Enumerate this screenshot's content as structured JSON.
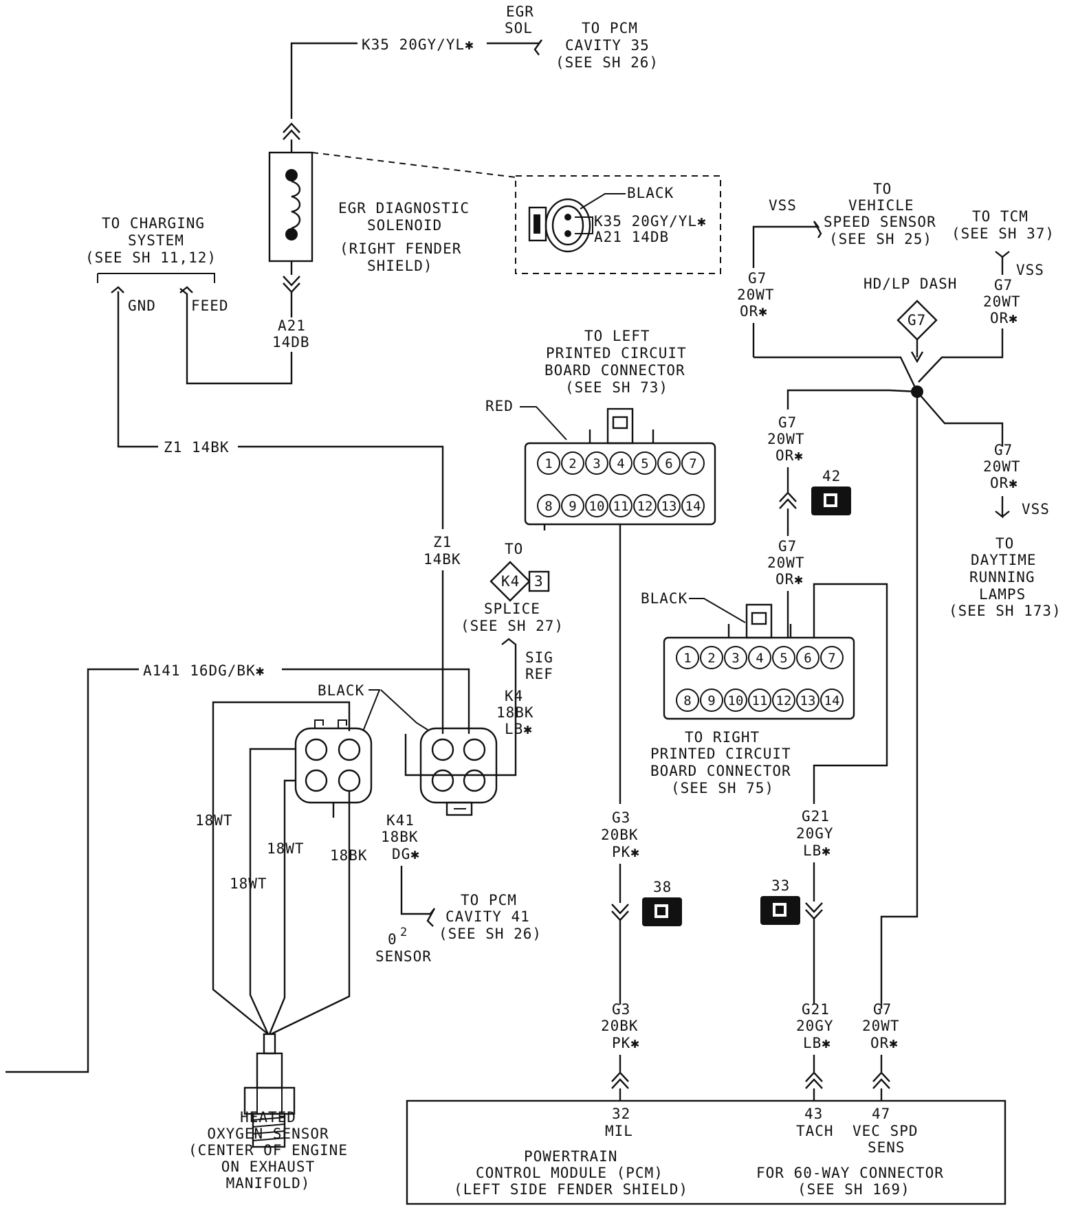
{
  "egr": {
    "wire_top": "K35 20GY/YL✱",
    "sol_line1": "EGR",
    "sol_line2": "SOL",
    "pcm35_line1": "TO PCM",
    "pcm35_line2": "CAVITY 35",
    "pcm35_line3": "(SEE SH 26)",
    "name_line1": "EGR DIAGNOSTIC",
    "name_line2": "SOLENOID",
    "name_line3": "(RIGHT FENDER",
    "name_line4": "SHIELD)",
    "conn_color": "BLACK",
    "conn_pin1": "K35 20GY/YL✱",
    "conn_pin2": "A21 14DB",
    "wire_bottom_line1": "A21",
    "wire_bottom_line2": "14DB"
  },
  "charging": {
    "line1": "TO CHARGING",
    "line2": "SYSTEM",
    "line3": "(SEE SH 11,12)",
    "gnd": "GND",
    "feed": "FEED"
  },
  "ground_wire": {
    "horizontal": "Z1 14BK",
    "vertical_line1": "Z1",
    "vertical_line2": "14BK"
  },
  "splice_k4": {
    "to": "TO",
    "id": "K4",
    "num": "3",
    "line1": "SPLICE",
    "line2": "(SEE SH 27)",
    "sig1": "SIG",
    "sig2": "REF",
    "wire_line1": "K4",
    "wire_line2": "18BK",
    "wire_line3": "LB✱"
  },
  "o2": {
    "a141": "A141 16DG/BK✱",
    "black": "BLACK",
    "wire_18wt_a": "18WT",
    "wire_18wt_b": "18WT",
    "wire_18wt_c": "18WT",
    "wire_18bk": "18BK",
    "k41_line1": "K41",
    "k41_line2": "18BK",
    "k41_line3": "DG✱",
    "o2_label": "0",
    "o2_sup": "2",
    "o2_sensor": "SENSOR",
    "pcm41_line1": "TO PCM",
    "pcm41_line2": "CAVITY 41",
    "pcm41_line3": "(SEE SH 26)",
    "name_line1": "HEATED",
    "name_line2": "OXYGEN SENSOR",
    "name_line3": "(CENTER OF ENGINE",
    "name_line4": "ON EXHAUST",
    "name_line5": "MANIFOLD)"
  },
  "left_pcb": {
    "line1": "TO LEFT",
    "line2": "PRINTED CIRCUIT",
    "line3": "BOARD CONNECTOR",
    "line4": "(SEE SH 73)",
    "color": "RED",
    "pins_top": [
      "1",
      "2",
      "3",
      "4",
      "5",
      "6",
      "7"
    ],
    "pins_bottom": [
      "8",
      "9",
      "10",
      "11",
      "12",
      "13",
      "14"
    ]
  },
  "right_pcb": {
    "line1": "TO RIGHT",
    "line2": "PRINTED CIRCUIT",
    "line3": "BOARD CONNECTOR",
    "line4": "(SEE SH 75)",
    "color": "BLACK",
    "pins_top": [
      "1",
      "2",
      "3",
      "4",
      "5",
      "6",
      "7"
    ],
    "pins_bottom": [
      "8",
      "9",
      "10",
      "11",
      "12",
      "13",
      "14"
    ]
  },
  "vss": {
    "vss_left": "VSS",
    "vehicle_line1": "TO",
    "vehicle_line2": "VEHICLE",
    "vehicle_line3": "SPEED SENSOR",
    "vehicle_line4": "(SEE SH 25)",
    "tcm_line1": "TO TCM",
    "tcm_line2": "(SEE SH 37)",
    "vss_tcm": "VSS",
    "hd_dash": "HD/LP DASH",
    "splice_id": "G7",
    "vss_drl": "VSS",
    "drl_line1": "TO",
    "drl_line2": "DAYTIME",
    "drl_line3": "RUNNING",
    "drl_line4": "LAMPS",
    "drl_line5": "(SEE SH 173)"
  },
  "g7_wire": {
    "line1": "G7",
    "line2": "20WT",
    "line3": "OR✱"
  },
  "g3_wire": {
    "line1": "G3",
    "line2": "20BK",
    "line3": "PK✱"
  },
  "g21_wire": {
    "line1": "G21",
    "line2": "20GY",
    "line3": "LB✱"
  },
  "connectors": {
    "c42": "42",
    "c38": "38",
    "c33": "33"
  },
  "pcm": {
    "pin32_num": "32",
    "pin32_name": "MIL",
    "pin43_num": "43",
    "pin43_name": "TACH",
    "pin47_num": "47",
    "pin47_name1": "VEC SPD",
    "pin47_name2": "SENS",
    "name_line1": "POWERTRAIN",
    "name_line2": "CONTROL MODULE (PCM)",
    "name_line3": "(LEFT SIDE FENDER SHIELD)",
    "conn_line1": "FOR 60-WAY CONNECTOR",
    "conn_line2": "(SEE SH 169)"
  }
}
